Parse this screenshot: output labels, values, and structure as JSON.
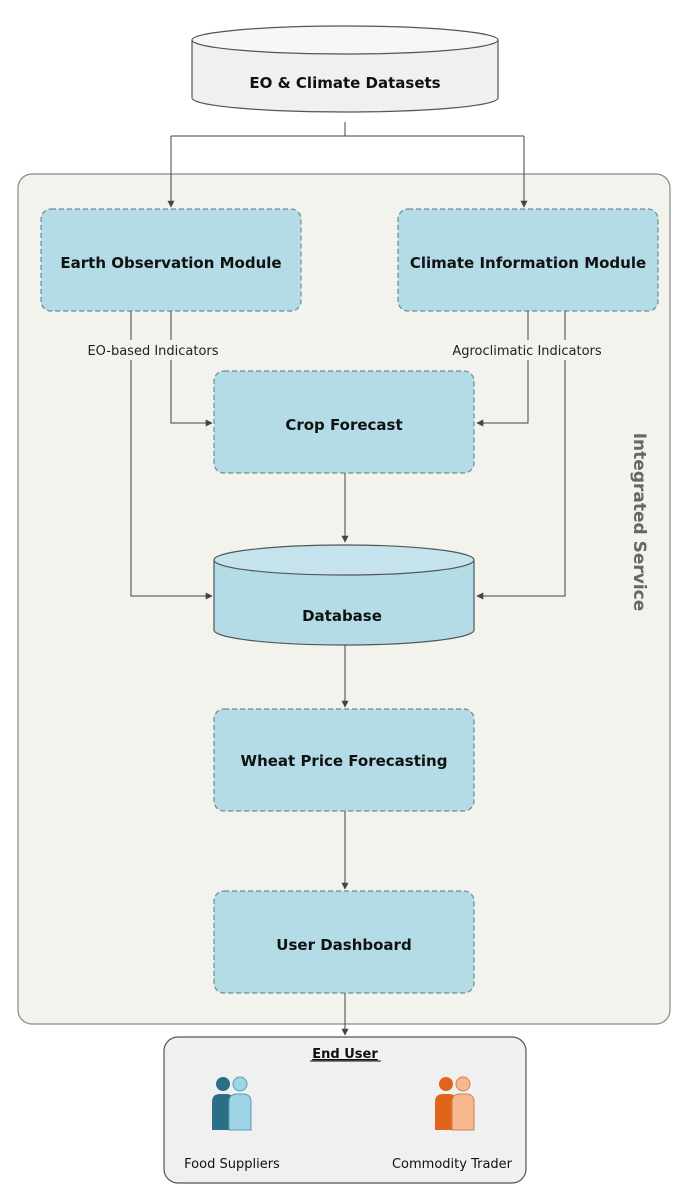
{
  "container": {
    "label": "Integrated Service"
  },
  "nodes": {
    "datasets": {
      "label": "EO & Climate Datasets"
    },
    "eo_module": {
      "label": "Earth Observation Module"
    },
    "climate_module": {
      "label": "Climate Information Module"
    },
    "crop_forecast": {
      "label": "Crop Forecast"
    },
    "database": {
      "label": "Database"
    },
    "wheat_price": {
      "label": "Wheat Price Forecasting"
    },
    "dashboard": {
      "label": "User Dashboard"
    }
  },
  "edge_labels": {
    "eo_indicators": "EO-based Indicators",
    "agro_indicators": "Agroclimatic Indicators"
  },
  "end_user": {
    "title": "End User",
    "users": [
      {
        "label": "Food Suppliers",
        "icon": "people-icon",
        "color_front": "#9fd3e6",
        "color_back": "#2b6f86"
      },
      {
        "label": "Commodity Trader",
        "icon": "people-icon",
        "color_front": "#f6b88f",
        "color_back": "#e0651a"
      }
    ]
  },
  "colors": {
    "module_fill": "#b3dce7",
    "container_fill": "#f1f3ec",
    "datasets_fill": "#f0f0f0"
  }
}
